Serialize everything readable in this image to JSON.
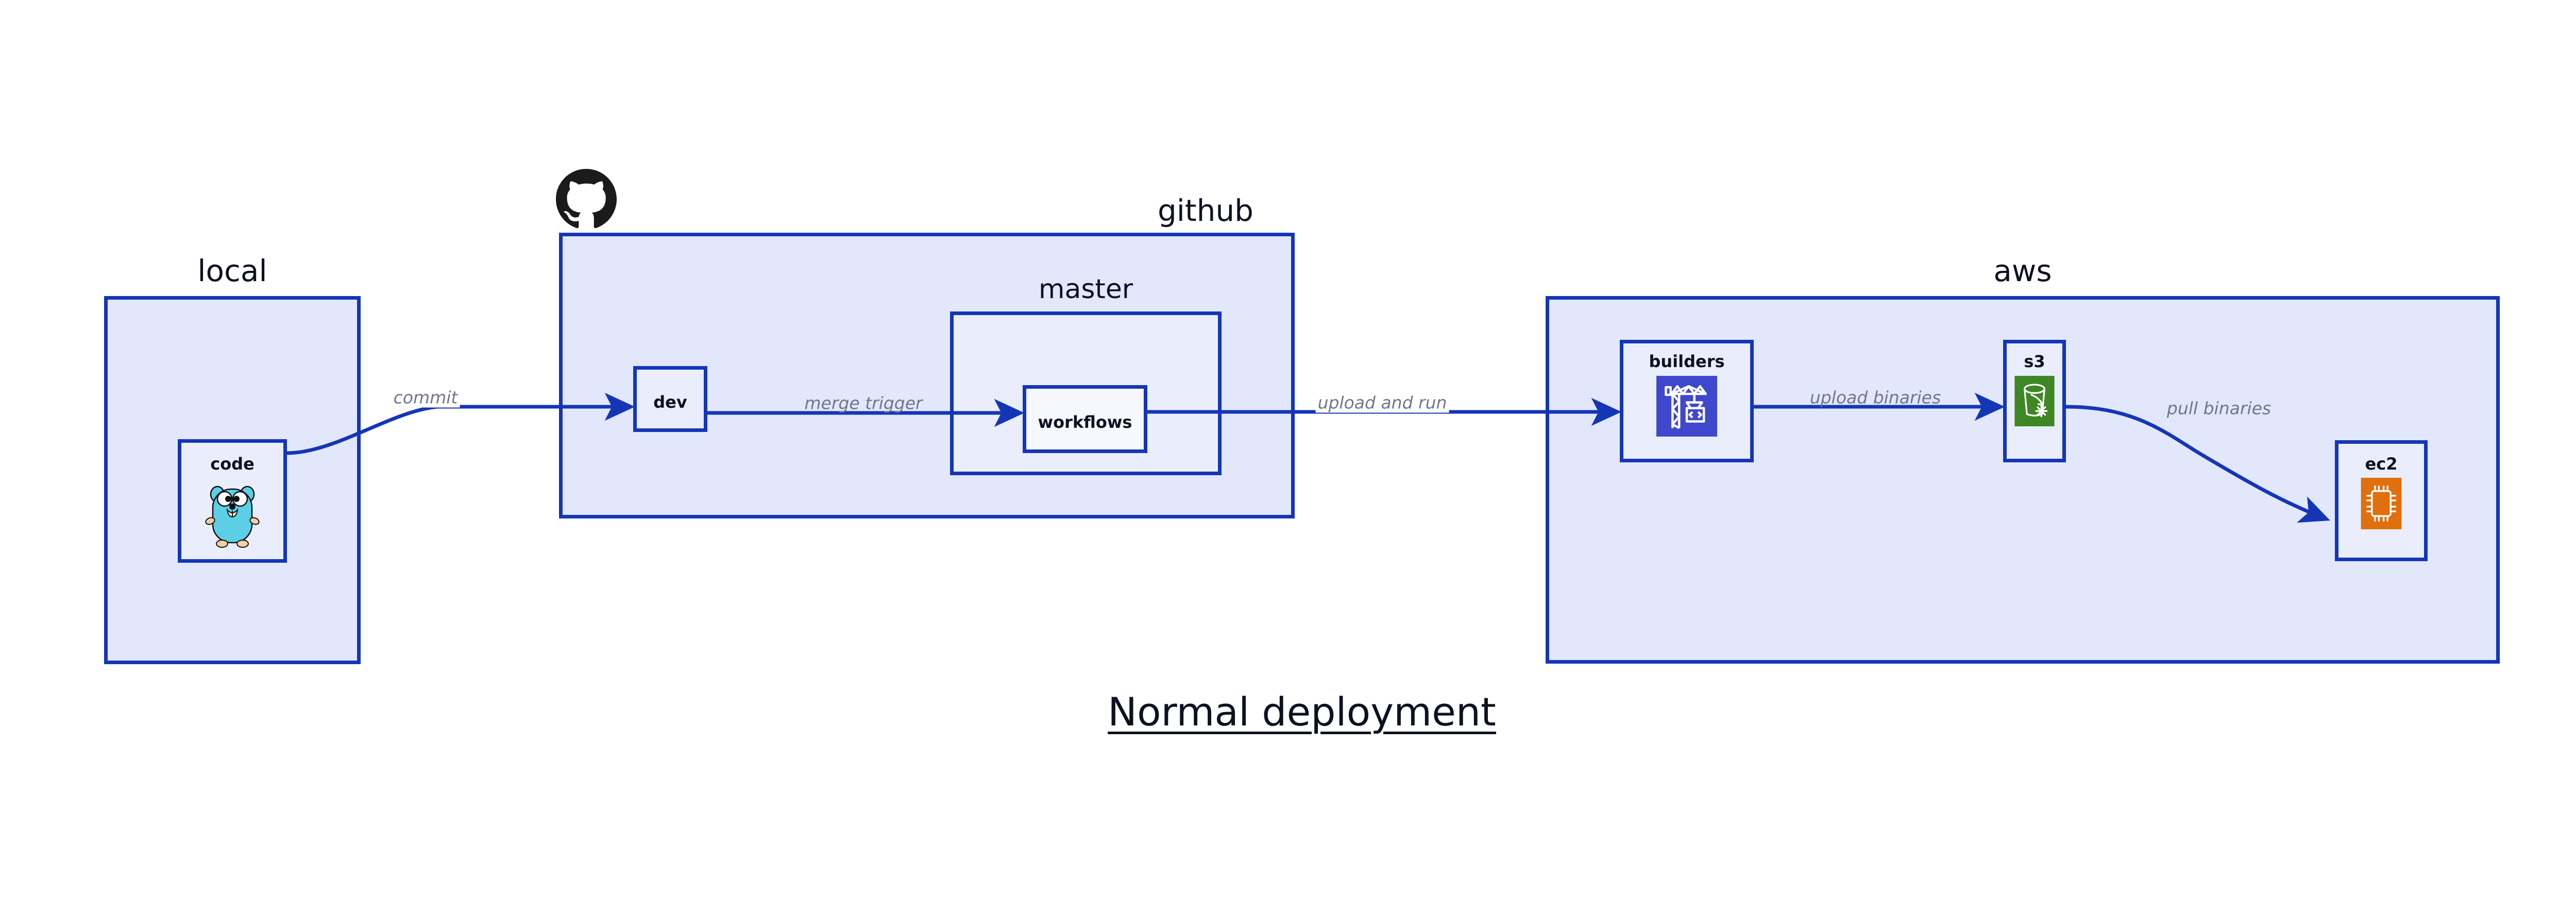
{
  "diagram": {
    "title": "Normal deployment",
    "colors": {
      "group_fill": "#e2e7fb",
      "node_fill": "#eaeefc",
      "stroke": "#1436b6",
      "label_text": "#0d1120",
      "edge_label_text": "#707789",
      "go_mascot": "#5ccfe6",
      "builders_icon_bg": "#3f48cc",
      "s3_icon_bg": "#3f8624",
      "ec2_icon_bg": "#e0700d",
      "github_logo": "#1b1b1b"
    },
    "groups": [
      {
        "id": "local",
        "label": "local"
      },
      {
        "id": "github",
        "label": "github"
      },
      {
        "id": "master",
        "label": "master"
      },
      {
        "id": "aws",
        "label": "aws"
      }
    ],
    "nodes": [
      {
        "id": "code",
        "label": "code",
        "icon": "go-gopher-icon",
        "group": "local"
      },
      {
        "id": "dev",
        "label": "dev",
        "icon": null,
        "group": "github"
      },
      {
        "id": "workflows",
        "label": "workflows",
        "icon": null,
        "group": "master"
      },
      {
        "id": "builders",
        "label": "builders",
        "icon": "aws-crane-icon",
        "group": "aws"
      },
      {
        "id": "s3",
        "label": "s3",
        "icon": "aws-bucket-icon",
        "group": "aws"
      },
      {
        "id": "ec2",
        "label": "ec2",
        "icon": "aws-chip-icon",
        "group": "aws"
      }
    ],
    "edges": [
      {
        "id": "commit",
        "from": "code",
        "to": "dev",
        "label": "commit"
      },
      {
        "id": "merge-trigger",
        "from": "dev",
        "to": "workflows",
        "label": "merge trigger"
      },
      {
        "id": "upload-and-run",
        "from": "workflows",
        "to": "builders",
        "label": "upload and run"
      },
      {
        "id": "upload-binaries",
        "from": "builders",
        "to": "s3",
        "label": "upload binaries"
      },
      {
        "id": "pull-binaries",
        "from": "s3",
        "to": "ec2",
        "label": "pull binaries"
      }
    ],
    "logos": [
      {
        "id": "github-octocat",
        "name": "github-octocat-logo"
      }
    ]
  }
}
